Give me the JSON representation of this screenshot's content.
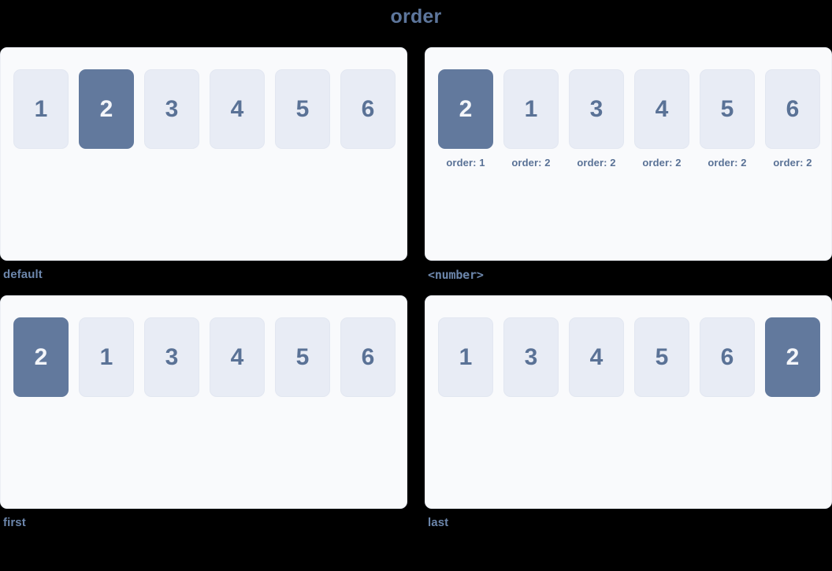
{
  "title": "order",
  "colors": {
    "background": "#000000",
    "card_background": "#f9fafc",
    "card_border": "#eceff5",
    "box_background": "#e8ecf5",
    "box_border": "#e2e7f1",
    "box_text": "#5a7296",
    "highlight_background": "#62799d",
    "highlight_text": "#f4f6fa",
    "label_text": "#6c86ab",
    "title_text": "#5d769c"
  },
  "blocks": [
    {
      "label": "default",
      "label_style": "sans",
      "items": [
        {
          "value": "1",
          "caption": "",
          "highlight": false
        },
        {
          "value": "2",
          "caption": "",
          "highlight": true
        },
        {
          "value": "3",
          "caption": "",
          "highlight": false
        },
        {
          "value": "4",
          "caption": "",
          "highlight": false
        },
        {
          "value": "5",
          "caption": "",
          "highlight": false
        },
        {
          "value": "6",
          "caption": "",
          "highlight": false
        }
      ]
    },
    {
      "label": "<number>",
      "label_style": "mono",
      "items": [
        {
          "value": "2",
          "caption": "order: 1",
          "highlight": true
        },
        {
          "value": "1",
          "caption": "order: 2",
          "highlight": false
        },
        {
          "value": "3",
          "caption": "order: 2",
          "highlight": false
        },
        {
          "value": "4",
          "caption": "order: 2",
          "highlight": false
        },
        {
          "value": "5",
          "caption": "order: 2",
          "highlight": false
        },
        {
          "value": "6",
          "caption": "order: 2",
          "highlight": false
        }
      ]
    },
    {
      "label": "first",
      "label_style": "sans",
      "items": [
        {
          "value": "2",
          "caption": "",
          "highlight": true
        },
        {
          "value": "1",
          "caption": "",
          "highlight": false
        },
        {
          "value": "3",
          "caption": "",
          "highlight": false
        },
        {
          "value": "4",
          "caption": "",
          "highlight": false
        },
        {
          "value": "5",
          "caption": "",
          "highlight": false
        },
        {
          "value": "6",
          "caption": "",
          "highlight": false
        }
      ]
    },
    {
      "label": "last",
      "label_style": "sans",
      "items": [
        {
          "value": "1",
          "caption": "",
          "highlight": false
        },
        {
          "value": "3",
          "caption": "",
          "highlight": false
        },
        {
          "value": "4",
          "caption": "",
          "highlight": false
        },
        {
          "value": "5",
          "caption": "",
          "highlight": false
        },
        {
          "value": "6",
          "caption": "",
          "highlight": false
        },
        {
          "value": "2",
          "caption": "",
          "highlight": true
        }
      ]
    }
  ]
}
